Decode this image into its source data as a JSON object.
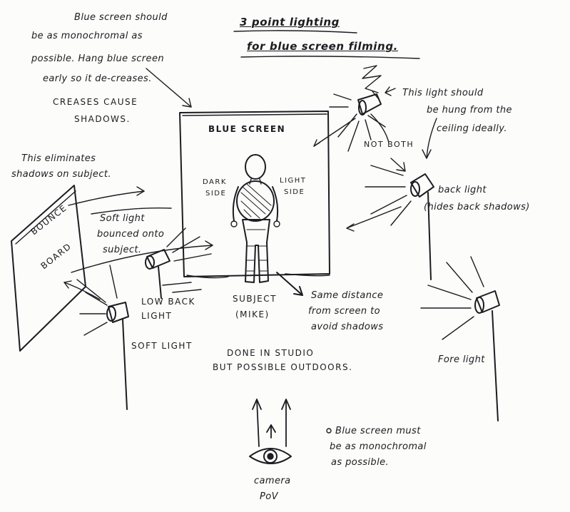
{
  "title": {
    "line1": "3 point lighting",
    "line2": "for blue screen filming."
  },
  "top_note": {
    "lines": [
      "Blue screen should",
      "be as monochromal as",
      "possible. Hang blue screen",
      "early so it de-creases.",
      "CREASES CAUSE",
      "SHADOWS."
    ]
  },
  "ceiling_note": {
    "lines": [
      "This light should",
      "be hung from the",
      "ceiling ideally."
    ]
  },
  "not_both": "NOT BOTH",
  "eliminates_note": {
    "lines": [
      "This eliminates",
      "shadows on subject."
    ]
  },
  "screen": {
    "title": "BLUE SCREEN",
    "dark_side": [
      "DARK",
      "SIDE"
    ],
    "light_side": [
      "LIGHT",
      "SIDE"
    ]
  },
  "back_light": {
    "lines": [
      "back light",
      "(hides back shadows)"
    ]
  },
  "bounce_board": {
    "lines": [
      "BOUNCE",
      "BOARD"
    ]
  },
  "soft_light_note": {
    "lines": [
      "Soft light",
      "bounced onto",
      "subject."
    ]
  },
  "low_back_light": {
    "lines": [
      "LOW BACK",
      "LIGHT"
    ]
  },
  "subject": {
    "lines": [
      "SUBJECT",
      "(MIKE)"
    ]
  },
  "distance_note": {
    "lines": [
      "Same distance",
      "from screen to",
      "avoid shadows"
    ]
  },
  "soft_light": "SOFT LIGHT",
  "studio_note": {
    "lines": [
      "DONE IN STUDIO",
      "BUT POSSIBLE OUTDOORS."
    ]
  },
  "fore_light": "Fore light",
  "bottom_note": {
    "lines": [
      "Blue screen must",
      "be as monochromal",
      "as possible."
    ]
  },
  "camera": {
    "lines": [
      "camera",
      "PoV"
    ]
  },
  "colors": {
    "ink": "#1c1c22",
    "paper": "#fcfcfa"
  },
  "icons": [
    "pencil-sketch-lamp",
    "eye-icon",
    "arrow"
  ]
}
